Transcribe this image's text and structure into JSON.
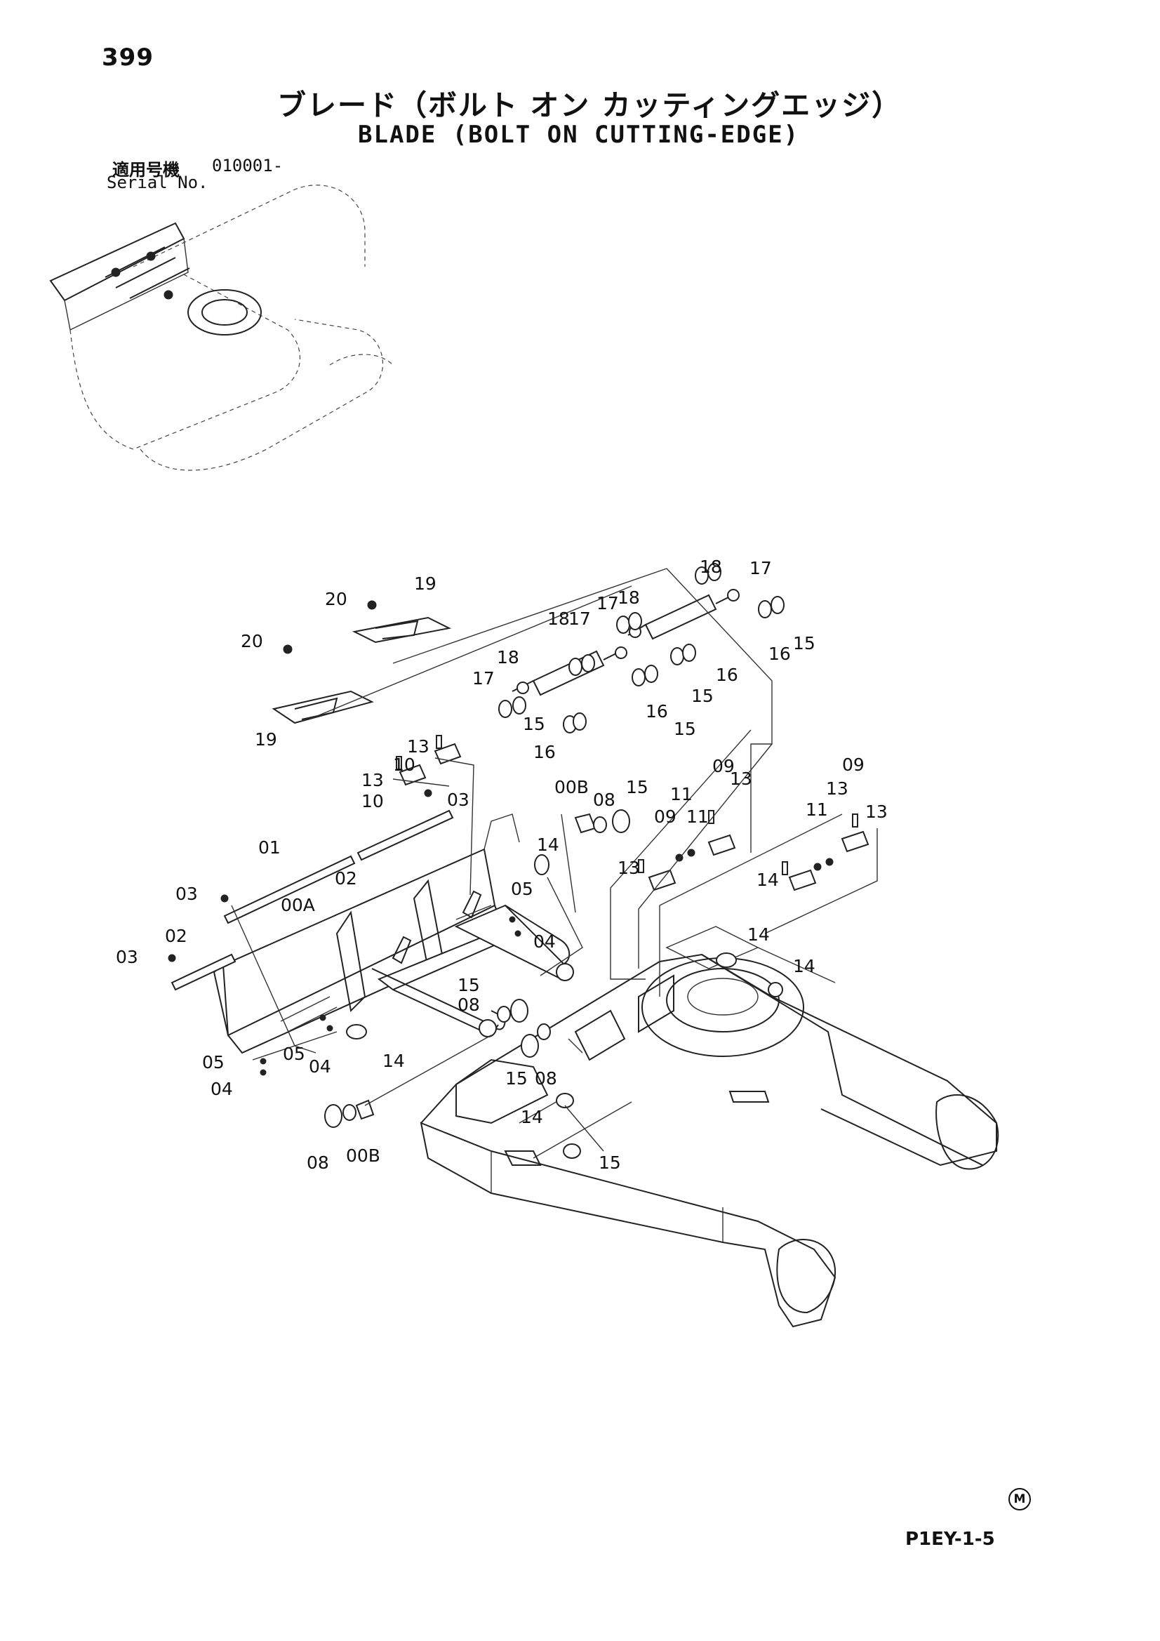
{
  "header": {
    "page_number": "399",
    "title_jp": "ブレード（ボルト オン カッティングエッジ）",
    "title_en": "BLADE (BOLT ON CUTTING-EDGE)",
    "serial_label_jp": "適用号機",
    "serial_value": "010001-",
    "serial_label_en": "Serial No."
  },
  "footer": {
    "doc_code": "P1EY-1-5",
    "mark": "M"
  },
  "callouts": [
    "20",
    "19",
    "20",
    "19",
    "18",
    "17",
    "17",
    "18",
    "18",
    "17",
    "17",
    "18",
    "15",
    "16",
    "16",
    "15",
    "16",
    "15",
    "15",
    "16",
    "13",
    "10",
    "13",
    "10",
    "03",
    "01",
    "02",
    "03",
    "00A",
    "02",
    "03",
    "05",
    "04",
    "05",
    "04",
    "05",
    "04",
    "00B",
    "08",
    "15",
    "14",
    "15",
    "08",
    "15",
    "08",
    "14",
    "09",
    "11",
    "13",
    "09",
    "13",
    "11",
    "09",
    "11",
    "13",
    "13",
    "14",
    "14",
    "14",
    "14",
    "15",
    "08",
    "00B"
  ]
}
